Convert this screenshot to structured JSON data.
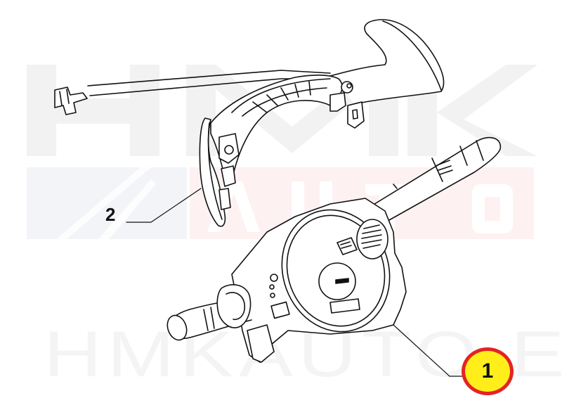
{
  "diagram": {
    "type": "exploded-parts-diagram",
    "subject": "Steering column combination switch assembly with steering column shroud",
    "watermark": {
      "top_letters": "HMK",
      "middle_letters": "AUTO",
      "bottom_text": "HMKAUTO.EE",
      "colors": {
        "gray_block": "#f2f2f2",
        "blue_band": "#f3f4f8",
        "pink_band": "#fdf1f1",
        "bottom_text": "#f4f4f4"
      }
    },
    "callouts": [
      {
        "id": "2",
        "label": "2",
        "target": "steering column shroud / cover",
        "style": "plain"
      },
      {
        "id": "1",
        "label": "1",
        "target": "combination switch (wiper & light stalks with clock spring)",
        "style": "highlighted-badge"
      }
    ],
    "colors": {
      "line": "#111111",
      "badge_fill": "#ffee1a",
      "badge_border": "#e32424"
    }
  }
}
